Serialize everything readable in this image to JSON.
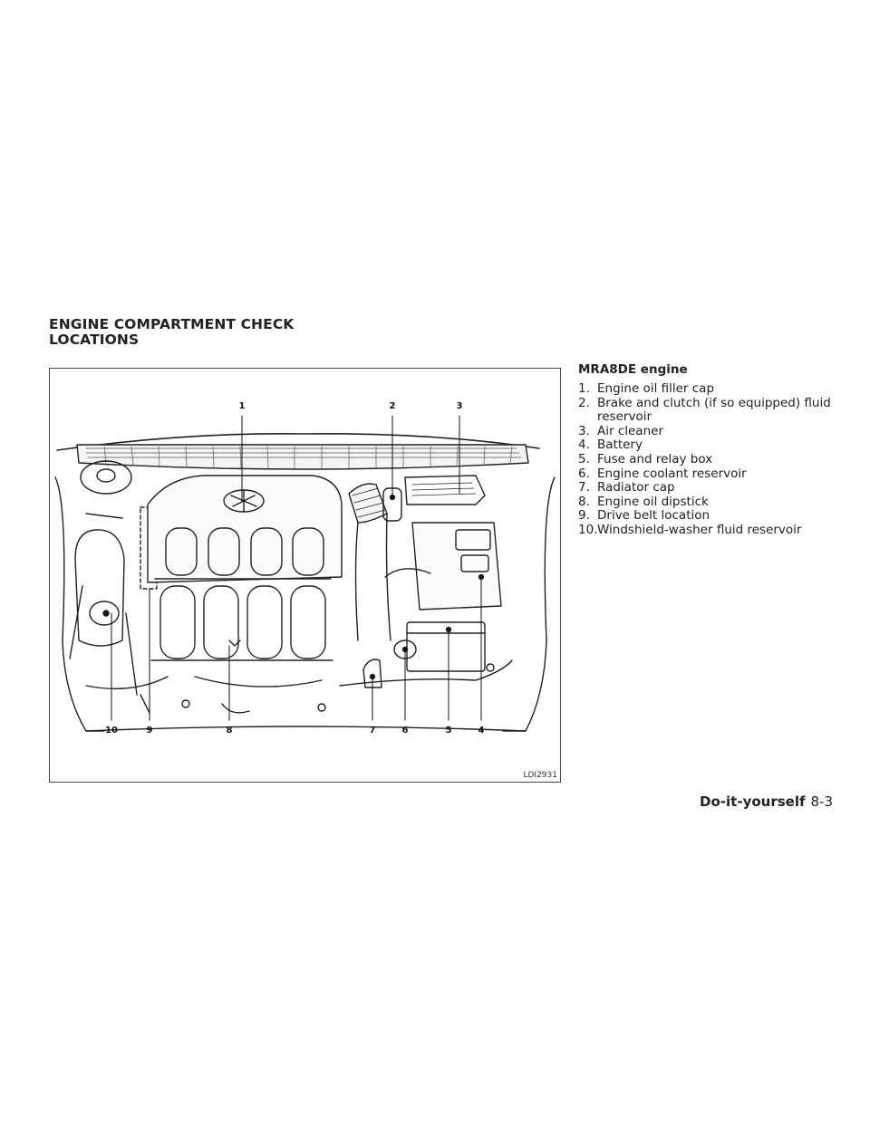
{
  "heading": {
    "line1": "ENGINE COMPARTMENT CHECK",
    "line2": "LOCATIONS"
  },
  "figure": {
    "code": "LDI2931",
    "callouts_top": [
      "1",
      "2",
      "3"
    ],
    "callouts_bottom": [
      "10",
      "9",
      "8",
      "7",
      "6",
      "5",
      "4"
    ]
  },
  "legend": {
    "title": "MRA8DE engine",
    "items": [
      {
        "num": "1.",
        "text": "Engine oil filler cap"
      },
      {
        "num": "2.",
        "text": "Brake and clutch (if so equipped) fluid reservoir"
      },
      {
        "num": "3.",
        "text": "Air cleaner"
      },
      {
        "num": "4.",
        "text": "Battery"
      },
      {
        "num": "5.",
        "text": "Fuse and relay box"
      },
      {
        "num": "6.",
        "text": "Engine coolant reservoir"
      },
      {
        "num": "7.",
        "text": "Radiator cap"
      },
      {
        "num": "8.",
        "text": "Engine oil dipstick"
      },
      {
        "num": "9.",
        "text": "Drive belt location"
      },
      {
        "num": "10.",
        "text": "Windshield-washer fluid reservoir"
      }
    ]
  },
  "footer": {
    "section": "Do-it-yourself",
    "page": "8-3"
  }
}
